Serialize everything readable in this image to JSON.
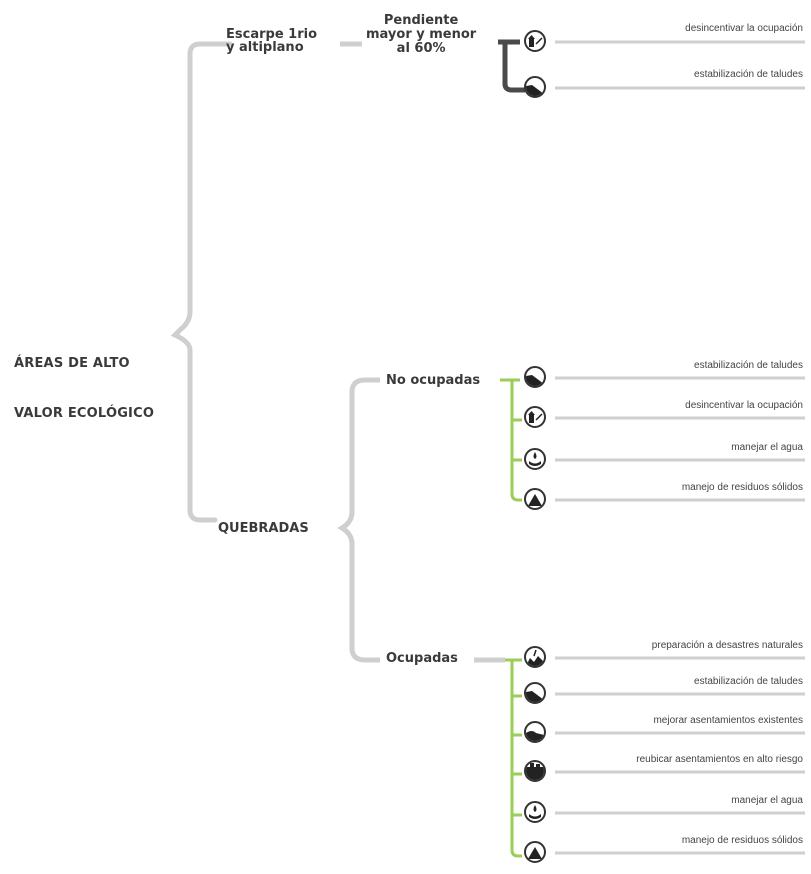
{
  "root": {
    "line1": "ÁREAS DE ALTO",
    "line2": "VALOR ECOLÓGICO"
  },
  "branches": {
    "escarpe": {
      "label": "Escarpe 1rio\ny altiplano",
      "pendiente": "Pendiente\nmayor y menor\nal 60%",
      "actions": [
        {
          "icon": "house-warning-icon",
          "label": "desincentivar la ocupación"
        },
        {
          "icon": "slope-icon",
          "label": "estabilización de taludes"
        }
      ]
    },
    "quebradas": {
      "label": "QUEBRADAS",
      "no_ocupadas": {
        "label": "No ocupadas",
        "actions": [
          {
            "icon": "slope-icon",
            "label": "estabilización de taludes"
          },
          {
            "icon": "house-warning-icon",
            "label": "desincentivar la ocupación"
          },
          {
            "icon": "water-drop-icon",
            "label": "manejar el agua"
          },
          {
            "icon": "waste-pile-icon",
            "label": "manejo de residuos sólidos"
          }
        ]
      },
      "ocupadas": {
        "label": "Ocupadas",
        "actions": [
          {
            "icon": "disaster-icon",
            "label": "preparación a desastres naturales"
          },
          {
            "icon": "slope-icon",
            "label": "estabilización de taludes"
          },
          {
            "icon": "settlement-icon",
            "label": "mejorar asentamientos existentes"
          },
          {
            "icon": "relocate-icon",
            "label": "reubicar asentamientos en alto riesgo"
          },
          {
            "icon": "water-drop-icon",
            "label": "manejar el agua"
          },
          {
            "icon": "waste-pile-icon",
            "label": "manejo de residuos sólidos"
          }
        ]
      }
    }
  },
  "colors": {
    "connector": "#cfcfcf",
    "accent_green": "#9acd5a",
    "dark_connector": "#4a4a4a",
    "icon_stroke": "#333333"
  }
}
